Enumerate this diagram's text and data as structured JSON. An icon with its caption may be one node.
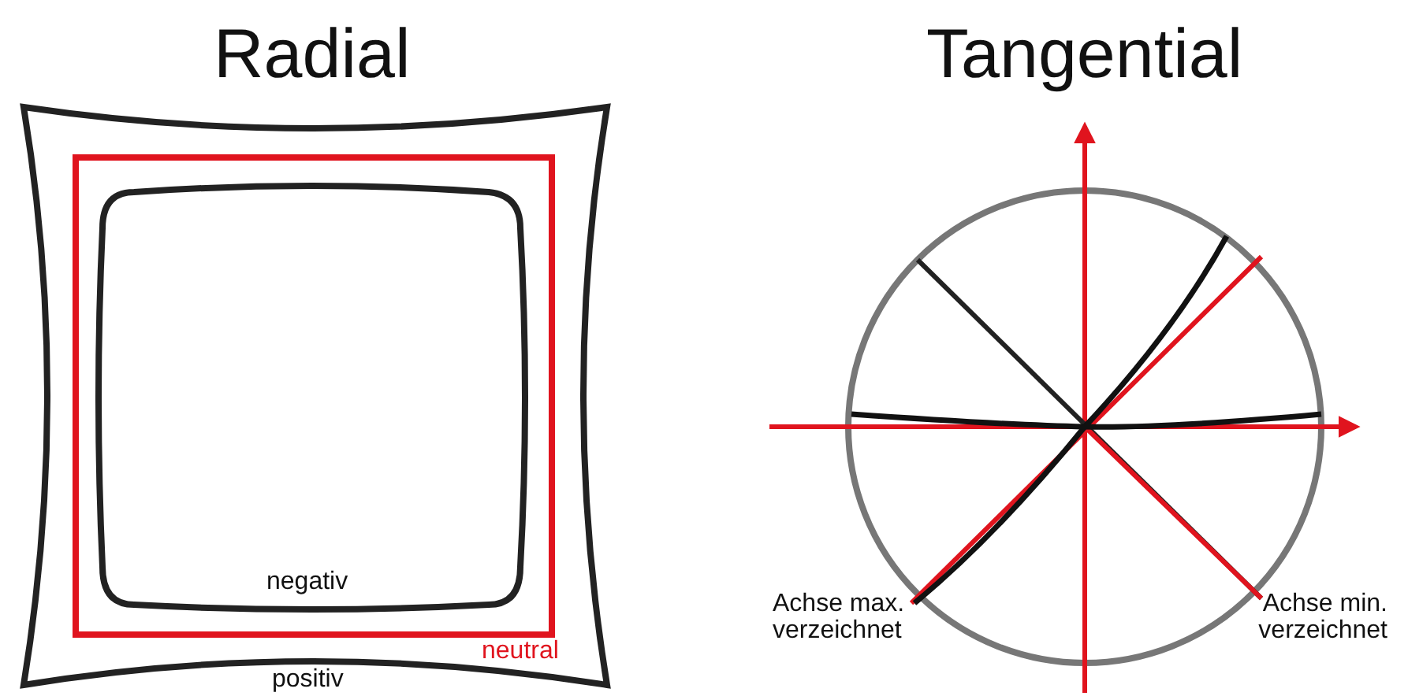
{
  "diagram": {
    "labels": [
      "Radial",
      "Tangential",
      "negativ",
      "Achse max. verzeichnet",
      "neutral",
      "Achse min. verzeichnet",
      "positiv"
    ]
  }
}
